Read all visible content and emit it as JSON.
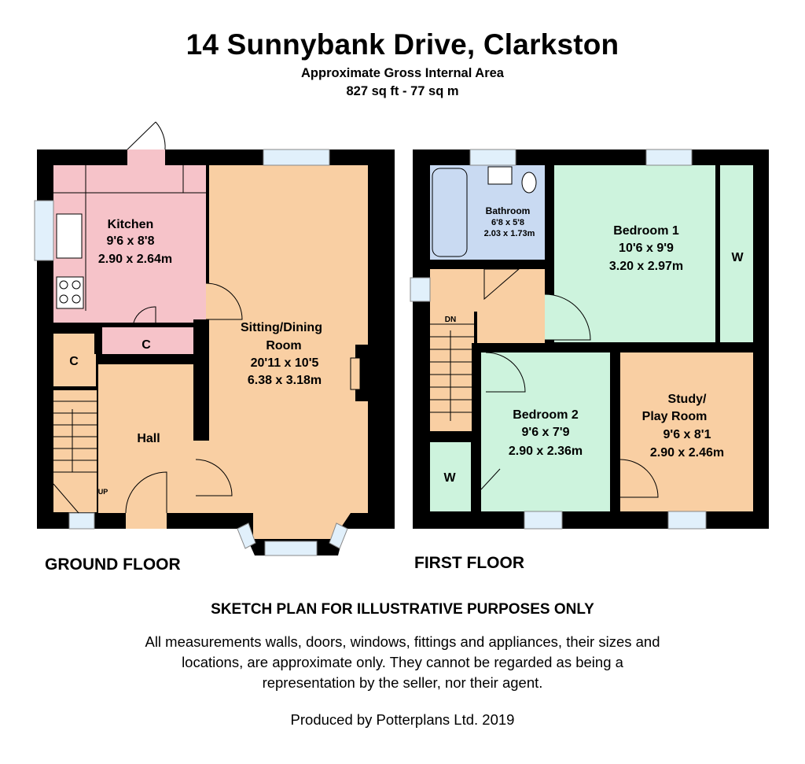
{
  "header": {
    "title": "14 Sunnybank Drive, Clarkston",
    "area_heading": "Approximate Gross Internal Area",
    "area_value": "827 sq ft - 77 sq m"
  },
  "floors": {
    "ground": "GROUND FLOOR",
    "first": "FIRST FLOOR"
  },
  "rooms": {
    "kitchen": {
      "name": "Kitchen",
      "imperial": "9'6 x 8'8",
      "metric": "2.90 x 2.64m",
      "color": "#f6c3c9"
    },
    "cupboard_kitchen": {
      "name": "C",
      "color": "#f6c3c9"
    },
    "cupboard_hall": {
      "name": "C",
      "color": "#f9cfa3"
    },
    "sitting": {
      "name_line1": "Sitting/Dining",
      "name_line2": "Room",
      "imperial": "20'11 x 10'5",
      "metric": "6.38 x 3.18m",
      "color": "#f9cfa3"
    },
    "hall": {
      "name": "Hall",
      "color": "#f9cfa3",
      "stair_label": "UP"
    },
    "bathroom": {
      "name": "Bathroom",
      "imperial": "6'8 x 5'8",
      "metric": "2.03 x 1.73m",
      "color": "#c9daf2"
    },
    "landing": {
      "color": "#f9cfa3",
      "stair_label": "DN"
    },
    "bedroom1": {
      "name": "Bedroom 1",
      "imperial": "10'6 x 9'9",
      "metric": "3.20 x 2.97m",
      "color": "#cdf3dd"
    },
    "wardrobe1": {
      "name": "W",
      "color": "#cdf3dd"
    },
    "bedroom2": {
      "name": "Bedroom 2",
      "imperial": "9'6 x 7'9",
      "metric": "2.90 x 2.36m",
      "color": "#cdf3dd"
    },
    "wardrobe2": {
      "name": "W",
      "color": "#cdf3dd"
    },
    "study": {
      "name_line1": "Study/",
      "name_line2": "Play Room",
      "imperial": "9'6 x 8'1",
      "metric": "2.90 x 2.46m",
      "color": "#f9cfa3"
    }
  },
  "colors": {
    "wall": "#000000",
    "window": "#e1f0fb"
  },
  "footer": {
    "heading": "SKETCH PLAN FOR ILLUSTRATIVE PURPOSES ONLY",
    "line1": "All measurements walls, doors, windows, fittings and appliances, their sizes and",
    "line2": "locations, are approximate only. They cannot be regarded as being a",
    "line3": "representation by the seller, nor their agent.",
    "credit": "Produced by Potterplans Ltd. 2019"
  }
}
